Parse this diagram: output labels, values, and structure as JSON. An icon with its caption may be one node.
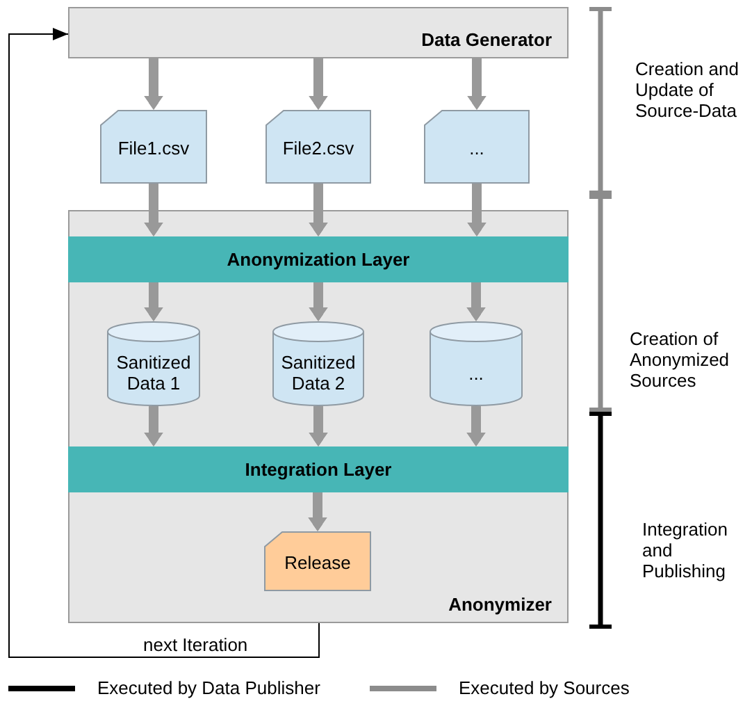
{
  "diagram": {
    "nodes": [
      {
        "text": [
          "Data Generator"
        ]
      },
      {
        "text": [
          "File1.csv"
        ]
      },
      {
        "text": [
          "File2.csv"
        ]
      },
      {
        "text": [
          "..."
        ]
      },
      {
        "text": [
          "Anonymizer"
        ]
      },
      {
        "text": [
          "Anonymization Layer"
        ],
        "in": 4
      },
      {
        "text": [
          "Sanitized Data 1"
        ],
        "in": 4
      },
      {
        "text": [
          "Sanitized Data 2"
        ],
        "in": 4
      },
      {
        "text": [
          "..."
        ],
        "in": 4
      },
      {
        "text": [
          "Integration Layer"
        ],
        "in": 4
      },
      {
        "text": [
          "Release"
        ],
        "in": 4
      }
    ],
    "edges": [
      {
        "from": 0,
        "to": 1,
        "arrow": "to"
      },
      {
        "from": 0,
        "to": 2,
        "arrow": "to"
      },
      {
        "from": 0,
        "to": 3,
        "arrow": "to"
      },
      {
        "from": 1,
        "to": 5,
        "arrow": "to"
      },
      {
        "from": 2,
        "to": 5,
        "arrow": "to"
      },
      {
        "from": 3,
        "to": 5,
        "arrow": "to"
      },
      {
        "from": 5,
        "to": 6,
        "arrow": "to"
      },
      {
        "from": 5,
        "to": 7,
        "arrow": "to"
      },
      {
        "from": 5,
        "to": 8,
        "arrow": "to"
      },
      {
        "from": 6,
        "to": 9,
        "arrow": "to"
      },
      {
        "from": 7,
        "to": 9,
        "arrow": "to"
      },
      {
        "from": 8,
        "to": 9,
        "arrow": "to"
      },
      {
        "from": 9,
        "to": 10,
        "arrow": "to"
      },
      {
        "from": 4,
        "to": 0,
        "arrow": "to",
        "label": "next Iteration",
        "color": "#000000"
      }
    ],
    "labels": [
      "Creation and Update of Source-Data",
      "Creation of Anonymized Sources",
      "Integration and Publishing"
    ],
    "legend": [
      {
        "text": "Executed by Data Publisher"
      },
      {
        "text": "Executed by Sources"
      }
    ]
  }
}
